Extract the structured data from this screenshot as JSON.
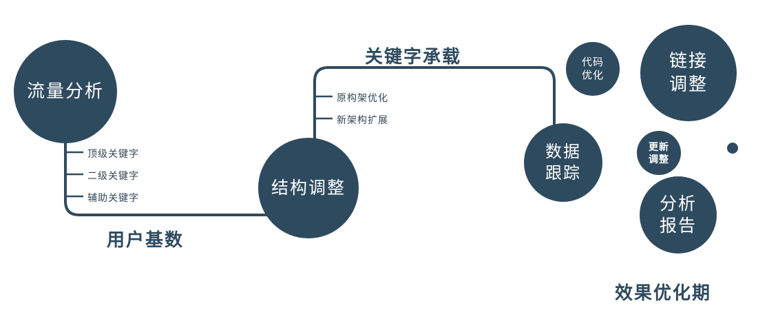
{
  "colors": {
    "primary": "#2e4a5e",
    "text_light": "#ffffff",
    "branch_text": "#33475a"
  },
  "nodes": {
    "traffic": {
      "label": "流量分析"
    },
    "structure": {
      "label": "结构调整"
    },
    "data_tracking": {
      "line1": "数据",
      "line2": "跟踪"
    },
    "code_optimization": {
      "line1": "代码",
      "line2": "优化"
    },
    "link_adjustment": {
      "line1": "链接",
      "line2": "调整"
    },
    "update_adjustment": {
      "line1": "更新",
      "line2": "调整"
    },
    "analysis_report": {
      "line1": "分析",
      "line2": "报告"
    }
  },
  "edge_labels": {
    "user_base": "用户基数",
    "keyword_bearing": "关键字承载"
  },
  "branches": {
    "traffic": [
      "顶级关键字",
      "二级关键字",
      "辅助关键字"
    ],
    "structure": [
      "原构架优化",
      "新架构扩展"
    ]
  },
  "footer": "效果优化期"
}
